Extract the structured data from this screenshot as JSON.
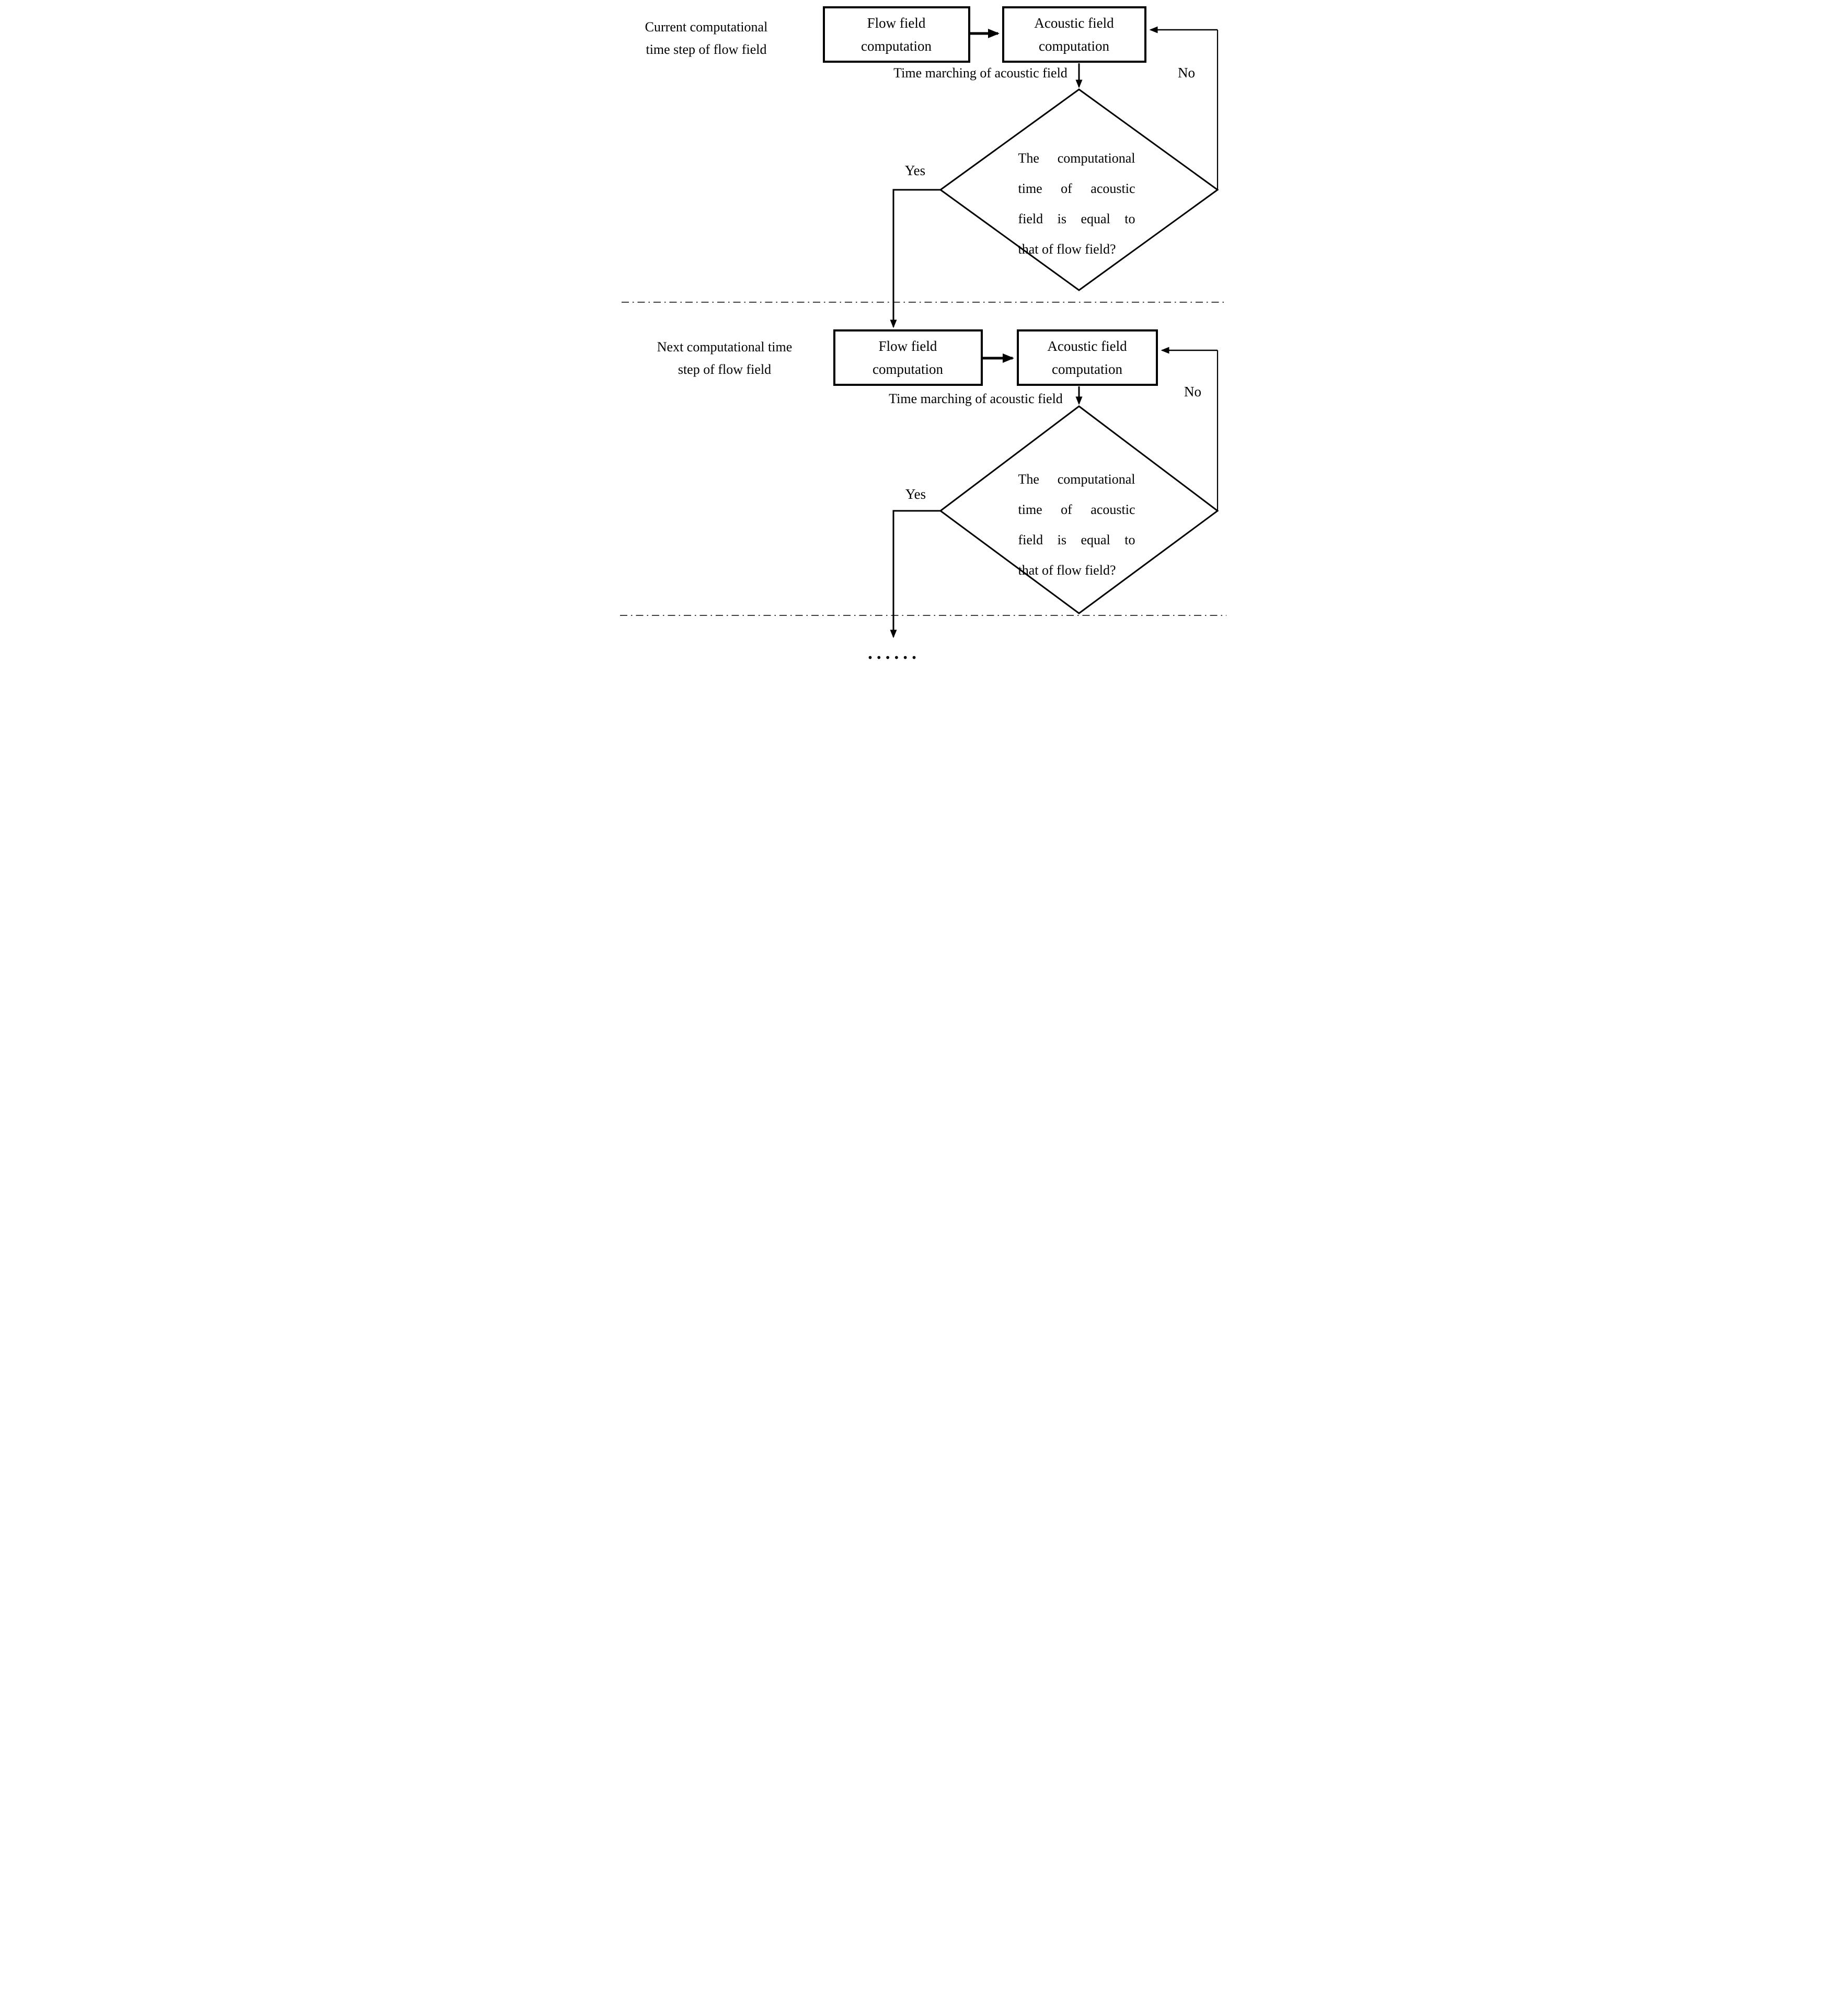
{
  "figure": {
    "type": "flowchart",
    "colors": {
      "line": "#000000",
      "background": "#ffffff",
      "text": "#000000"
    },
    "sections": [
      {
        "label_lines": [
          "Current computational",
          "time step of flow field"
        ],
        "flow_box_lines": [
          "Flow field",
          "computation"
        ],
        "acoustic_box_lines": [
          "Acoustic field",
          "computation"
        ],
        "time_marching_label": "Time marching of acoustic field",
        "decision_lines": [
          "The computational",
          "time of acoustic",
          "field is equal to",
          "that of flow field?"
        ],
        "yes_label": "Yes",
        "no_label": "No"
      },
      {
        "label_lines": [
          "Next computational time",
          "step of flow field"
        ],
        "flow_box_lines": [
          "Flow field",
          "computation"
        ],
        "acoustic_box_lines": [
          "Acoustic field",
          "computation"
        ],
        "time_marching_label": "Time marching of acoustic field",
        "decision_lines": [
          "The computational",
          "time of acoustic",
          "field is equal to",
          "that of flow field?"
        ],
        "yes_label": "Yes",
        "no_label": "No"
      }
    ],
    "ellipsis": "••••••"
  }
}
